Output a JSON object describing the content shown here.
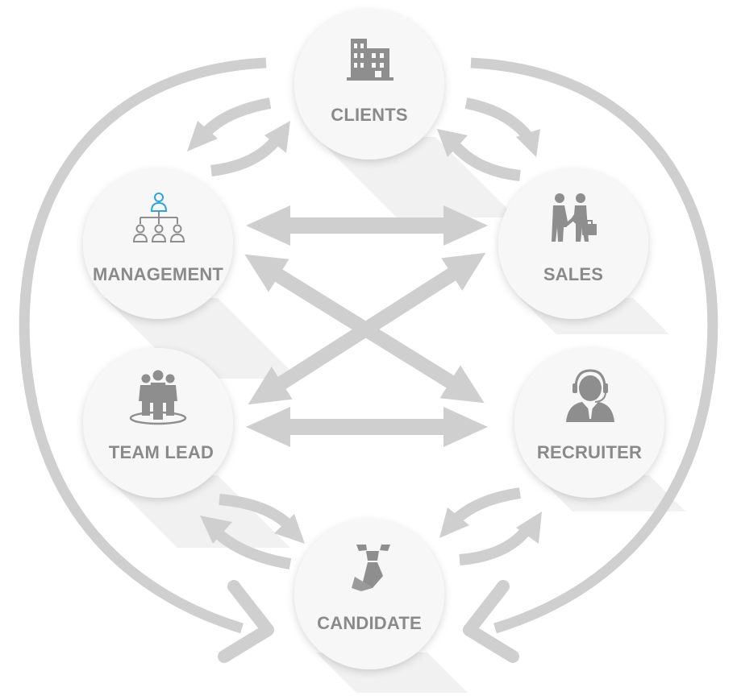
{
  "diagram": {
    "type": "cycle-network",
    "colors": {
      "background": "#ffffff",
      "arrow": "#cfcfcf",
      "node_fill": "#f7f7f7",
      "node_shadow": "#ededed",
      "label": "#8a8a8a",
      "icon": "#8e8e8e",
      "accent": "#2ea3e0"
    },
    "nodes": [
      {
        "id": "clients",
        "label": "CLIENTS",
        "icon": "office-building-icon"
      },
      {
        "id": "management",
        "label": "MANAGEMENT",
        "icon": "org-chart-icon"
      },
      {
        "id": "sales",
        "label": "SALES",
        "icon": "handshake-icon"
      },
      {
        "id": "team_lead",
        "label": "TEAM LEAD",
        "icon": "team-icon"
      },
      {
        "id": "recruiter",
        "label": "RECRUITER",
        "icon": "headset-agent-icon"
      },
      {
        "id": "candidate",
        "label": "CANDIDATE",
        "icon": "necktie-icon"
      }
    ],
    "connections": [
      {
        "from": "clients",
        "to": "management",
        "style": "curved-pair"
      },
      {
        "from": "clients",
        "to": "sales",
        "style": "curved-pair"
      },
      {
        "from": "management",
        "to": "sales",
        "style": "double-straight"
      },
      {
        "from": "management",
        "to": "recruiter",
        "style": "double-straight"
      },
      {
        "from": "sales",
        "to": "team_lead",
        "style": "double-straight"
      },
      {
        "from": "team_lead",
        "to": "recruiter",
        "style": "double-straight"
      },
      {
        "from": "team_lead",
        "to": "candidate",
        "style": "curved-pair"
      },
      {
        "from": "recruiter",
        "to": "candidate",
        "style": "curved-pair"
      },
      {
        "from": "clients",
        "to": "candidate",
        "style": "outer-arc-left"
      },
      {
        "from": "clients",
        "to": "candidate",
        "style": "outer-arc-right"
      }
    ]
  }
}
